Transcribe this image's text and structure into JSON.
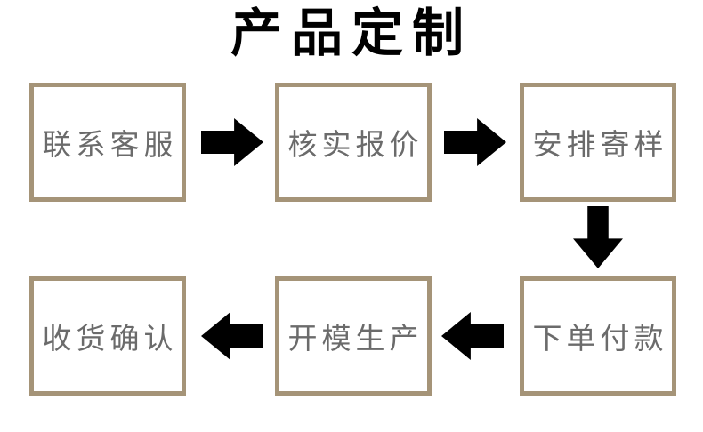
{
  "title": "产品定制",
  "colors": {
    "background": "#ffffff",
    "title_text": "#000000",
    "box_border": "#a59478",
    "box_background": "#ffffff",
    "box_text": "#6b6b6b",
    "arrow": "#000000"
  },
  "flow": {
    "steps": [
      {
        "label": "联系客服"
      },
      {
        "label": "核实报价"
      },
      {
        "label": "安排寄样"
      },
      {
        "label": "下单付款"
      },
      {
        "label": "开模生产"
      },
      {
        "label": "收货确认"
      }
    ],
    "connections": [
      {
        "from": "联系客服",
        "to": "核实报价",
        "direction": "right"
      },
      {
        "from": "核实报价",
        "to": "安排寄样",
        "direction": "right"
      },
      {
        "from": "安排寄样",
        "to": "下单付款",
        "direction": "down"
      },
      {
        "from": "下单付款",
        "to": "开模生产",
        "direction": "left"
      },
      {
        "from": "开模生产",
        "to": "收货确认",
        "direction": "left"
      }
    ]
  }
}
